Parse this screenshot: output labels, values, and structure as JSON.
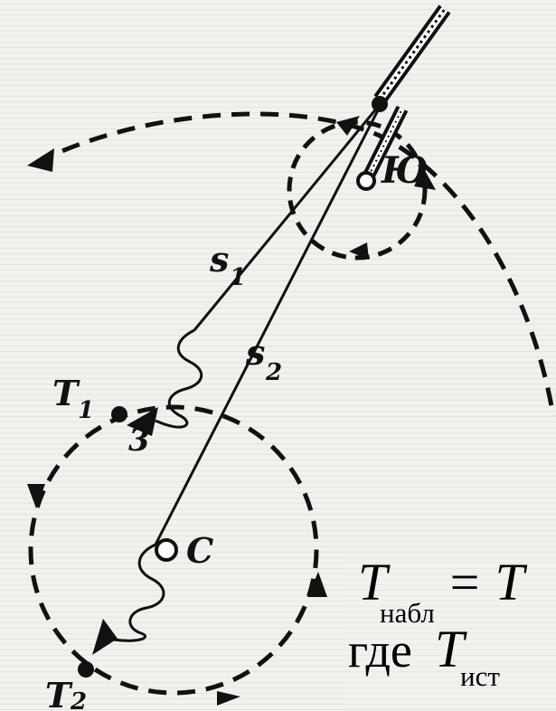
{
  "diagram": {
    "labels": {
      "jupiter": "Ю",
      "s1_main": "s",
      "s1_sub": "1",
      "s2_main": "s",
      "s2_sub": "2",
      "t1_main": "T",
      "t1_sub": "1",
      "earth": "3",
      "sun": "C",
      "t2_main": "T",
      "t2_sub": "2"
    }
  },
  "formula": {
    "line1_T": "T",
    "line1_sub": "набл",
    "line1_eq": "= T",
    "line2_word": "где",
    "line2_T": "T",
    "line2_sub": "ист"
  }
}
